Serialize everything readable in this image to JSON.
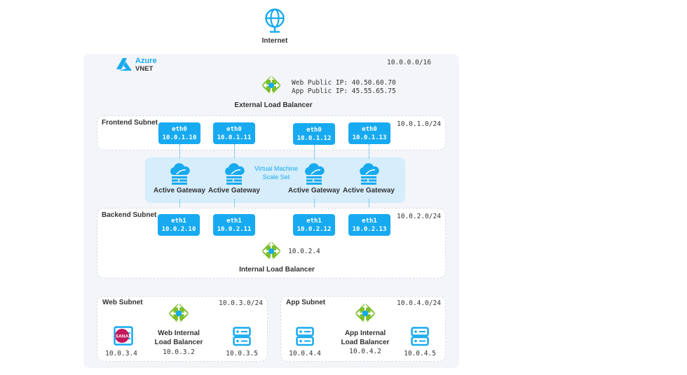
{
  "internet": {
    "label": "Internet",
    "icon": "globe-icon"
  },
  "vnet": {
    "title_line1": "Azure",
    "title_line2": "VNET",
    "cidr": "10.0.0.0/16",
    "icon": "azure-logo-icon"
  },
  "external_lb": {
    "label": "External Load Balancer",
    "web_ip": "Web Public IP: 40.50.60.70",
    "app_ip": "App Public IP: 45.55.65.75",
    "icon": "load-balancer-icon"
  },
  "frontend_subnet": {
    "label": "Frontend Subnet",
    "cidr": "10.0.1.0/24",
    "nics": [
      {
        "name": "eth0",
        "ip": "10.0.1.10"
      },
      {
        "name": "eth0",
        "ip": "10.0.1.11"
      },
      {
        "name": "eth0",
        "ip": "10.0.1.12"
      },
      {
        "name": "eth0",
        "ip": "10.0.1.13"
      }
    ]
  },
  "vmss": {
    "label_line1": "Virtual Machine",
    "label_line2": "Scale Set",
    "gateways": [
      {
        "label": "Active Gateway",
        "icon": "cloud-firewall-icon"
      },
      {
        "label": "Active Gateway",
        "icon": "cloud-firewall-icon"
      },
      {
        "label": "Active Gateway",
        "icon": "cloud-firewall-icon"
      },
      {
        "label": "Active Gateway",
        "icon": "cloud-firewall-icon"
      }
    ]
  },
  "backend_subnet": {
    "label": "Backend Subnet",
    "cidr": "10.0.2.0/24",
    "nics": [
      {
        "name": "eth1",
        "ip": "10.0.2.10"
      },
      {
        "name": "eth1",
        "ip": "10.0.2.11"
      },
      {
        "name": "eth1",
        "ip": "10.0.2.12"
      },
      {
        "name": "eth1",
        "ip": "10.0.2.13"
      }
    ],
    "internal_lb": {
      "label": "Internal Load Balancer",
      "ip": "10.0.2.4",
      "icon": "load-balancer-icon"
    }
  },
  "web_subnet": {
    "label": "Web Subnet",
    "cidr": "10.0.3.0/24",
    "lb": {
      "label_line1": "Web Internal",
      "label_line2": "Load Balancer",
      "ip": "10.0.3.2"
    },
    "left_server": {
      "ip": "10.0.3.4",
      "icon": "sana-server-icon",
      "badge": "SANA"
    },
    "right_server": {
      "ip": "10.0.3.5",
      "icon": "server-icon"
    }
  },
  "app_subnet": {
    "label": "App Subnet",
    "cidr": "10.0.4.0/24",
    "lb": {
      "label_line1": "App Internal",
      "label_line2": "Load Balancer",
      "ip": "10.0.4.2"
    },
    "left_server": {
      "ip": "10.0.4.4",
      "icon": "server-icon"
    },
    "right_server": {
      "ip": "10.0.4.5",
      "icon": "server-icon"
    }
  },
  "colors": {
    "accent": "#17aaf0",
    "lb_green": "#7cbf2a",
    "vmss_bg": "#d6edfb",
    "vnet_bg": "#f3f5f9",
    "sana": "#c2185b"
  }
}
